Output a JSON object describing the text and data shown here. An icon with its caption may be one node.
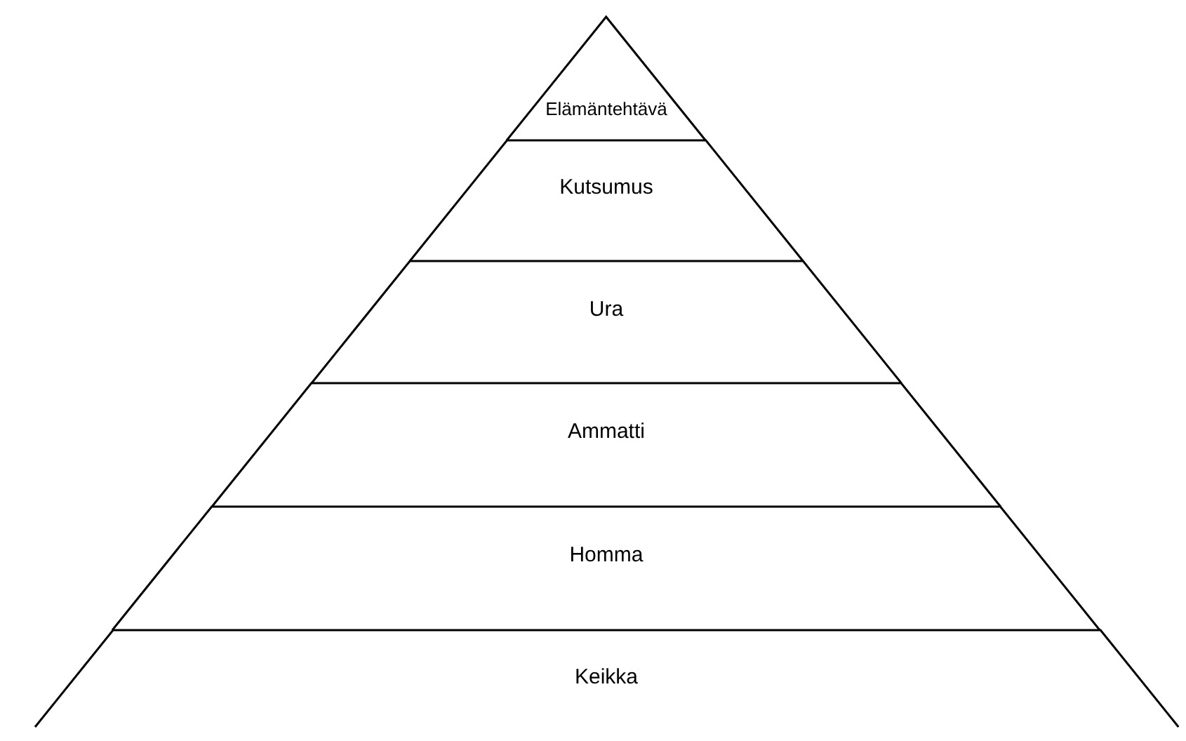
{
  "diagram": {
    "nodes": [
      {
        "text": [
          "Elämäntehtävä"
        ]
      },
      {
        "text": [
          "Kutsumus"
        ]
      },
      {
        "text": [
          "Ura"
        ]
      },
      {
        "text": [
          "Ammatti"
        ]
      },
      {
        "text": [
          "Homma"
        ]
      },
      {
        "text": [
          "Keikka"
        ]
      }
    ]
  }
}
